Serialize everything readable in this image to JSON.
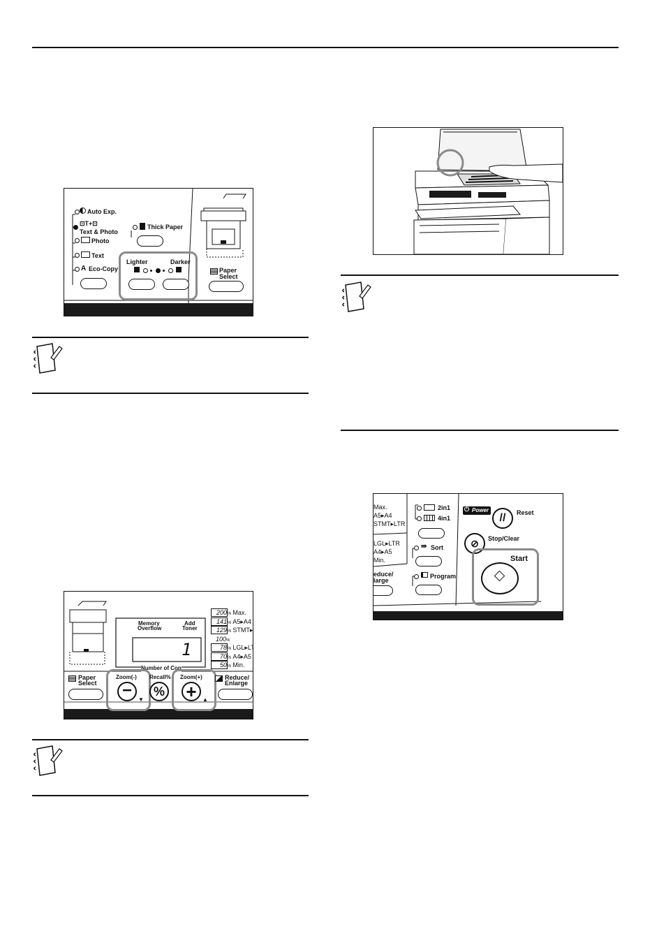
{
  "exposure_panel": {
    "modes": [
      "Auto Exp.",
      "Text & Photo",
      "Photo",
      "Text",
      "Eco-Copy"
    ],
    "thick_paper": "Thick Paper",
    "lighter": "Lighter",
    "darker": "Darker",
    "paper_select": [
      "Paper",
      "Select"
    ]
  },
  "zoom_panel": {
    "memory_overflow": [
      "Memory",
      "Overflow"
    ],
    "add_toner": [
      "Add",
      "Toner"
    ],
    "display_value": "1",
    "number_of_copies": "Number of Cop",
    "paper_select": [
      "Paper",
      "Select"
    ],
    "zoom_minus": "Zoom(-)",
    "recall": "Recall%",
    "zoom_plus": "Zoom(+)",
    "reduce_enlarge": [
      "Reduce/",
      "Enlarge"
    ],
    "percent_symbol": "%",
    "ratios": [
      {
        "pct": "200",
        "label": "Max."
      },
      {
        "pct": "141",
        "label": "A5▸A4"
      },
      {
        "pct": "129",
        "label": "STMT▸"
      },
      {
        "pct": "100",
        "label": ""
      },
      {
        "pct": "78",
        "label": "LGL▸LT"
      },
      {
        "pct": "70",
        "label": "A4▸A5"
      },
      {
        "pct": "50",
        "label": "Min."
      }
    ]
  },
  "start_panel": {
    "ratio_labels": [
      "Max.",
      "A5▸A4",
      "STMT▸LTR",
      "LGL▸LTR",
      "A4▸A5",
      "Min."
    ],
    "reduce_enlarge": [
      "educe/",
      "large"
    ],
    "two_in_one": "2in1",
    "four_in_one": "4in1",
    "sort": "Sort",
    "program": "Program",
    "power": "Power",
    "reset": "Reset",
    "stop_clear": "Stop/Clear",
    "start": "Start"
  }
}
